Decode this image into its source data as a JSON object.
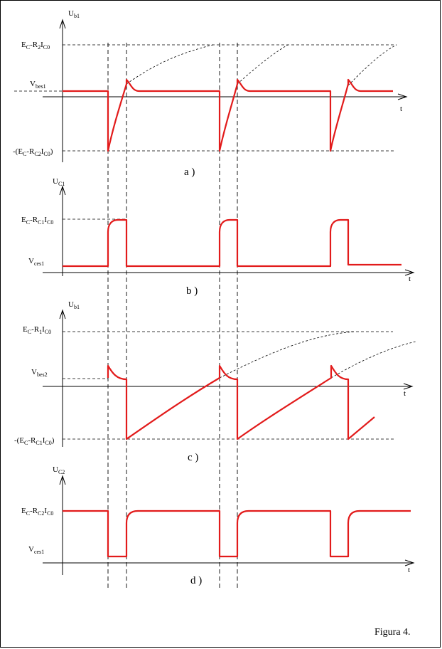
{
  "figure_label": "Figura 4.",
  "colors": {
    "signal": "#e21b1b",
    "ink": "#000000",
    "background": "#ffffff"
  },
  "panels": [
    {
      "caption": "a )",
      "axis": {
        "name": "U",
        "sub": "b1"
      },
      "time_label": "t",
      "levels": [
        {
          "parts": [
            [
              "E",
              "n"
            ],
            [
              "C",
              "s"
            ],
            [
              "-R",
              "n"
            ],
            [
              "2",
              "s"
            ],
            [
              "I",
              "n"
            ],
            [
              "C0",
              "s"
            ]
          ]
        },
        {
          "parts": [
            [
              "V",
              "n"
            ],
            [
              "bes1",
              "s"
            ]
          ]
        },
        {
          "parts": [
            [
              "-(E",
              "n"
            ],
            [
              "C",
              "s"
            ],
            [
              "-R",
              "n"
            ],
            [
              "C2",
              "s"
            ],
            [
              "I",
              "n"
            ],
            [
              "C0",
              "s"
            ],
            [
              ")",
              "n"
            ]
          ]
        }
      ]
    },
    {
      "caption": "b )",
      "axis": {
        "name": "U",
        "sub": "C1"
      },
      "time_label": "t",
      "levels": [
        {
          "parts": [
            [
              "E",
              "n"
            ],
            [
              "C",
              "s"
            ],
            [
              "-R",
              "n"
            ],
            [
              "C1",
              "s"
            ],
            [
              "I",
              "n"
            ],
            [
              "C0",
              "s"
            ]
          ]
        },
        {
          "parts": [
            [
              "V",
              "n"
            ],
            [
              "ces1",
              "s"
            ]
          ]
        }
      ]
    },
    {
      "caption": "c )",
      "axis": {
        "name": "U",
        "sub": "b1"
      },
      "time_label": "t",
      "levels": [
        {
          "parts": [
            [
              "E",
              "n"
            ],
            [
              "C",
              "s"
            ],
            [
              "-R",
              "n"
            ],
            [
              "1",
              "s"
            ],
            [
              "I",
              "n"
            ],
            [
              "C0",
              "s"
            ]
          ]
        },
        {
          "parts": [
            [
              "V",
              "n"
            ],
            [
              "bes2",
              "s"
            ]
          ]
        },
        {
          "parts": [
            [
              "-(E",
              "n"
            ],
            [
              "C",
              "s"
            ],
            [
              "-R",
              "n"
            ],
            [
              "C1",
              "s"
            ],
            [
              "I",
              "n"
            ],
            [
              "C0",
              "s"
            ],
            [
              ")",
              "n"
            ]
          ]
        }
      ]
    },
    {
      "caption": "d )",
      "axis": {
        "name": "U",
        "sub": "C2"
      },
      "time_label": "t",
      "levels": [
        {
          "parts": [
            [
              "E",
              "n"
            ],
            [
              "C",
              "s"
            ],
            [
              "-R",
              "n"
            ],
            [
              "C2",
              "s"
            ],
            [
              "I",
              "n"
            ],
            [
              "C0",
              "s"
            ]
          ]
        },
        {
          "parts": [
            [
              "V",
              "n"
            ],
            [
              "ces1",
              "s"
            ]
          ]
        }
      ]
    }
  ]
}
